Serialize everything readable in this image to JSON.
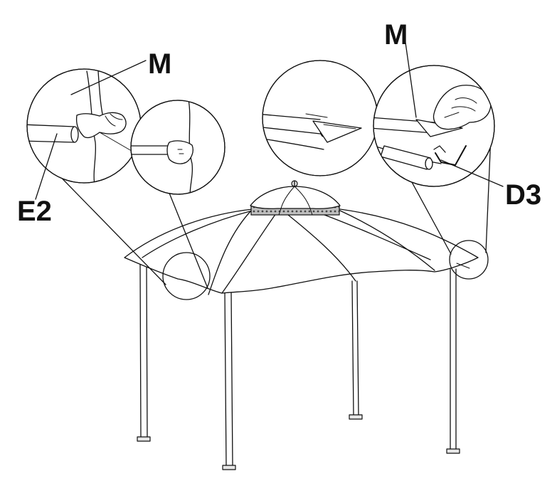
{
  "labels": {
    "m_left": "M",
    "e2": "E2",
    "m_right": "M",
    "d3": "D3"
  }
}
